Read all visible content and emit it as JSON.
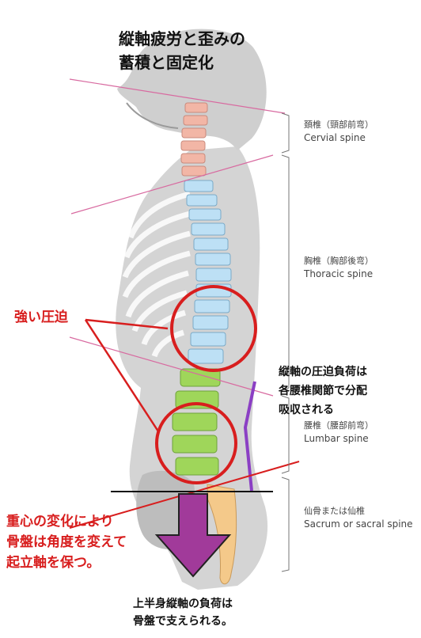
{
  "title": {
    "line1": "縦軸疲労と歪みの",
    "line2": "蓄積と固定化"
  },
  "segments": [
    {
      "jp": "頚椎（頸部前弯）",
      "en": "Cervial spine"
    },
    {
      "jp": "胸椎（胸部後弯）",
      "en": "Thoracic spine"
    },
    {
      "jp": "腰椎（腰部前弯）",
      "en": "Lumbar spine"
    },
    {
      "jp": "仙骨または仙椎",
      "en": "Sacrum or sacral spine"
    }
  ],
  "annotations": {
    "strong_pressure": "強い圧迫",
    "vertical_load": {
      "line1": "縦軸の圧迫負荷は",
      "line2": "各腰椎関節で分配",
      "line3": "吸収される"
    },
    "pelvis_note": {
      "line1": "重心の変化により",
      "line2": "骨盤は角度を変えて",
      "line3": "起立軸を保つ。"
    },
    "upper_body_load": {
      "line1": "上半身縦軸の負荷は",
      "line2": "骨盤で支えられる。"
    }
  },
  "colors": {
    "cervical": "#f2b6a6",
    "thoracic": "#bde0f5",
    "lumbar": "#9fd65a",
    "sacrum": "#f4c98a",
    "body": "#cfcfcf",
    "arrow": "#a13a9a",
    "highlight_red": "#d81e1e",
    "pink_line": "#d86aa0",
    "purple_line": "#8b3fc4"
  }
}
